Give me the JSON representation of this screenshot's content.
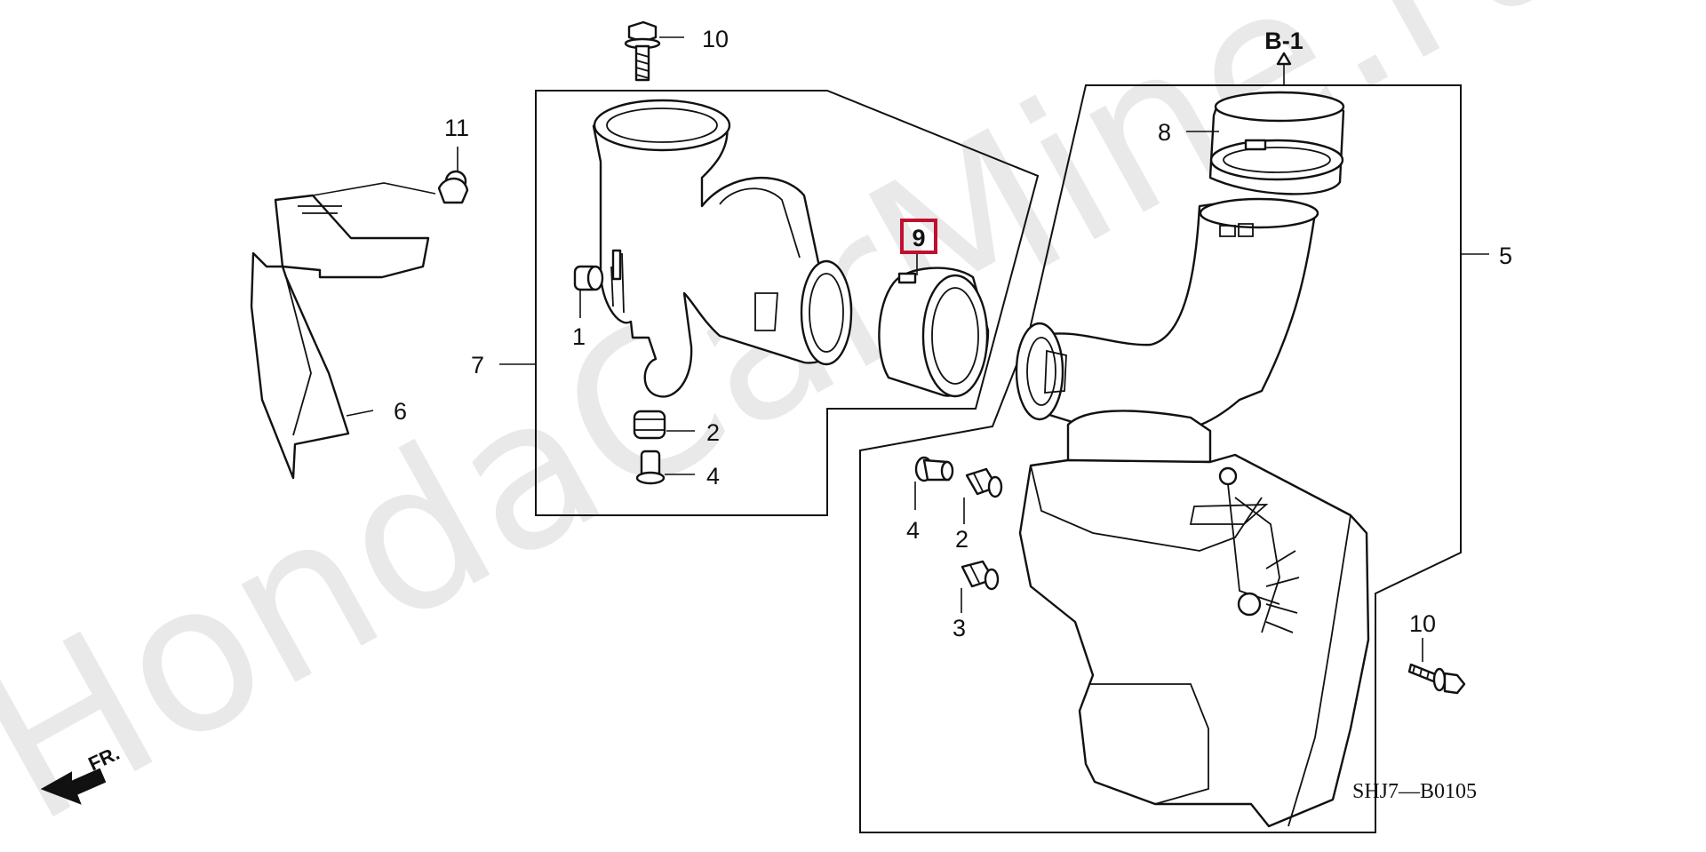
{
  "diagram": {
    "watermark": "HondaCarMine.ru",
    "reference_code": "SHJ7—B0105",
    "direction_label": "FR.",
    "section_ref": "B-1",
    "highlighted_callout": "9",
    "callouts": {
      "c10_top": "10",
      "c11": "11",
      "c6": "6",
      "c1": "1",
      "c7": "7",
      "c2_left": "2",
      "c4_left": "4",
      "c9": "9",
      "c8": "8",
      "c5": "5",
      "c4_mid": "4",
      "c2_mid": "2",
      "c3": "3",
      "c10_right": "10"
    }
  }
}
